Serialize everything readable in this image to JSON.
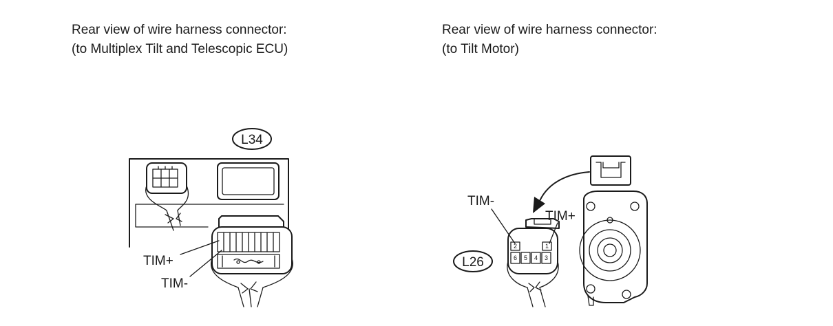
{
  "captions": {
    "left": {
      "line1": "Rear view of wire harness connector:",
      "line2": "(to Multiplex Tilt and Telescopic ECU)"
    },
    "right": {
      "line1": "Rear view of wire harness connector:",
      "line2": "(to Tilt Motor)"
    }
  },
  "left_connector": {
    "code": "L34",
    "labels": {
      "tim_plus": "TIM+",
      "tim_minus": "TIM-"
    }
  },
  "right_connector": {
    "code": "L26",
    "labels": {
      "tim_minus": "TIM-",
      "tim_plus": "TIM+"
    },
    "pins_top": [
      "2",
      "1"
    ],
    "pins_bottom": [
      "6",
      "5",
      "4",
      "3"
    ]
  }
}
